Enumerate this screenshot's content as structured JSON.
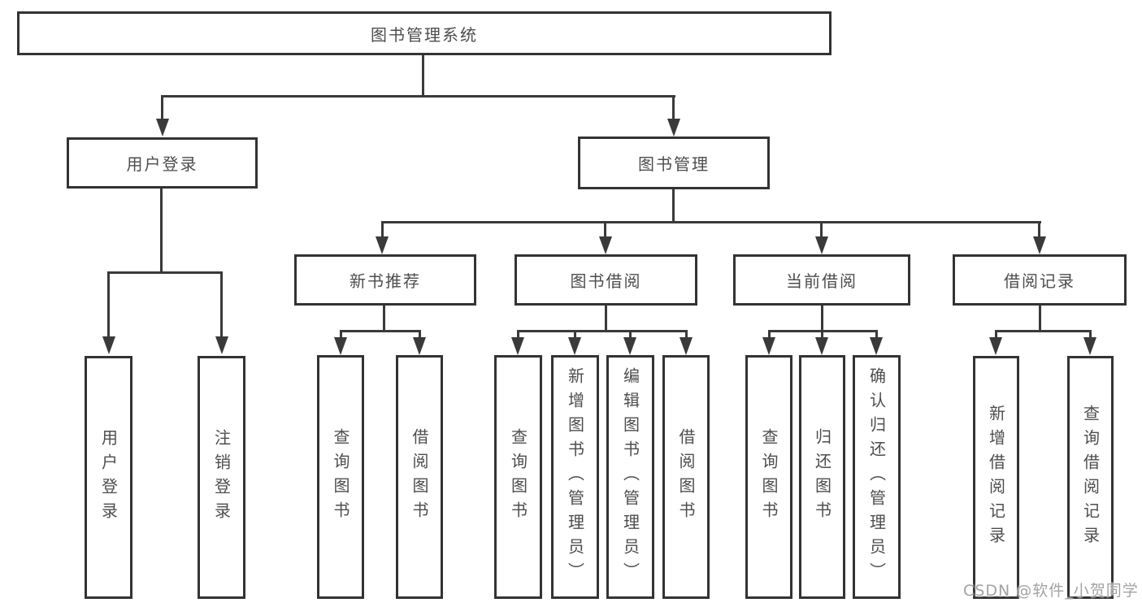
{
  "tree": {
    "root": {
      "label": "图书管理系统"
    },
    "branches": [
      {
        "label": "用户登录",
        "children": [
          {
            "label": "用户登录"
          },
          {
            "label": "注销登录"
          }
        ]
      },
      {
        "label": "图书管理",
        "groups": [
          {
            "label": "新书推荐",
            "children": [
              {
                "label": "查询图书"
              },
              {
                "label": "借阅图书"
              }
            ]
          },
          {
            "label": "图书借阅",
            "children": [
              {
                "label": "查询图书"
              },
              {
                "label": "新增图书（管理员）"
              },
              {
                "label": "编辑图书（管理员）"
              },
              {
                "label": "借阅图书"
              }
            ]
          },
          {
            "label": "当前借阅",
            "children": [
              {
                "label": "查询图书"
              },
              {
                "label": "归还图书"
              },
              {
                "label": "确认归还（管理员）"
              }
            ]
          },
          {
            "label": "借阅记录",
            "children": [
              {
                "label": "新增借阅记录"
              },
              {
                "label": "查询借阅记录"
              }
            ]
          }
        ]
      }
    ]
  },
  "watermark": {
    "text": "CSDN @软件_小贺同学"
  },
  "colors": {
    "line": "#3a3a3a",
    "border": "#333333",
    "text": "#4d4d4d",
    "background": "#ffffff",
    "watermark": "#a3a3a3"
  }
}
